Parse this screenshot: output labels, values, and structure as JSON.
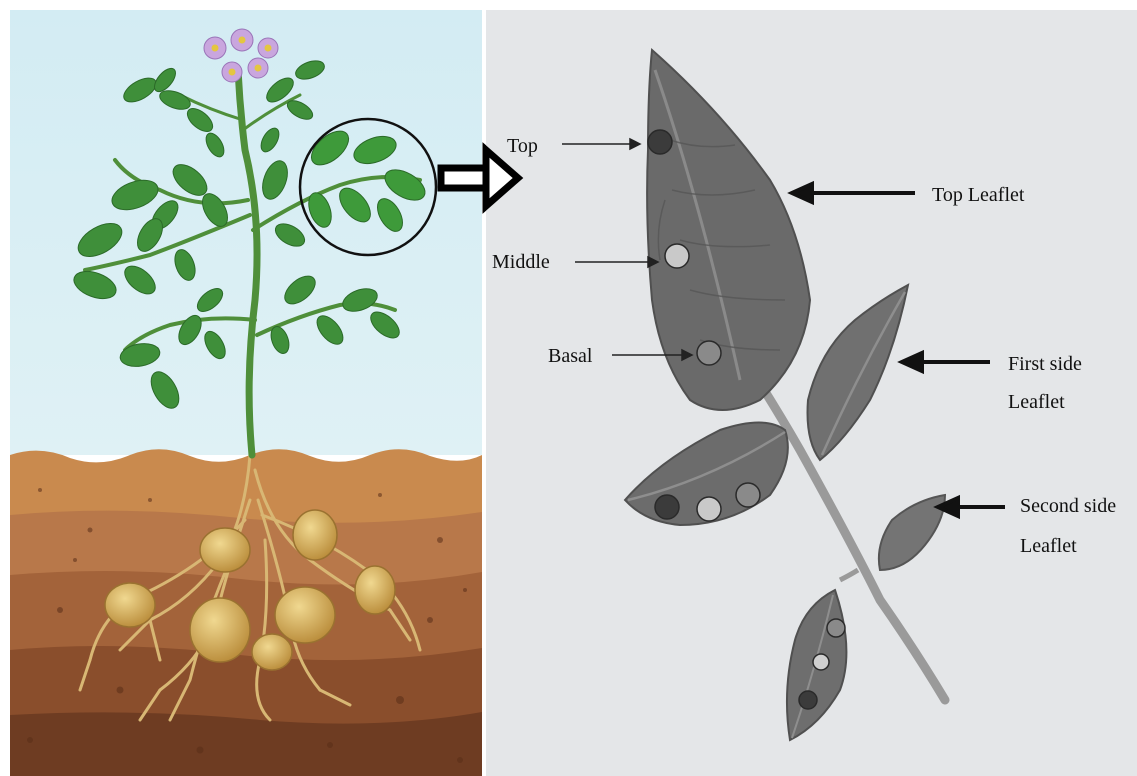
{
  "figure": {
    "left_panel": "potato-plant-illustration",
    "right_panel": "potato-compound-leaf-photo",
    "labels": {
      "top": "Top",
      "middle": "Middle",
      "basal": "Basal",
      "top_leaflet": "Top Leaflet",
      "first_side_line1": "First side",
      "first_side_line2": "Leaflet",
      "second_side_line1": "Second side",
      "second_side_line2": "Leaflet"
    },
    "colors": {
      "sky": "#d6ecf2",
      "leaf_green": "#3f8f3a",
      "soil_top": "#c98a4e",
      "soil_mid": "#a8693a",
      "soil_deep": "#7a4424",
      "tuber": "#d9b35a",
      "flower": "#c9a6de",
      "photo_bg": "#e4e6e8",
      "leaf_gray": "#6e6e6e"
    }
  }
}
